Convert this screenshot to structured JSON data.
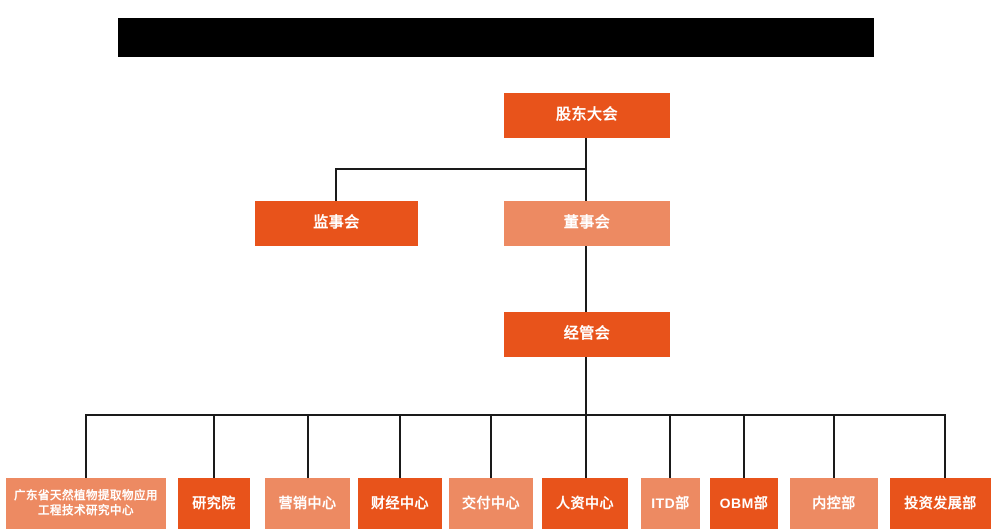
{
  "chart_title_bar": {
    "name": "redacted-title-bar",
    "text": "",
    "color": "#000000"
  },
  "colors": {
    "deep_orange": "#E8531B",
    "light_orange": "#ED8A62",
    "connector": "#1a1a1a",
    "text": "#FFFFFF",
    "background": "#FFFFFF"
  },
  "nodes": {
    "shareholders_meeting": {
      "label": "股东大会",
      "shade": "deep"
    },
    "board_of_supervisors": {
      "label": "监事会",
      "shade": "deep"
    },
    "board_of_directors": {
      "label": "董事会",
      "shade": "light"
    },
    "management_committee": {
      "label": "经管会",
      "shade": "deep"
    }
  },
  "departments": [
    {
      "label": "广东省天然植物提取物应用工程技术研究中心",
      "shade": "light",
      "wrap": true
    },
    {
      "label": "研究院",
      "shade": "deep",
      "wrap": false
    },
    {
      "label": "营销中心",
      "shade": "light",
      "wrap": false
    },
    {
      "label": "财经中心",
      "shade": "deep",
      "wrap": false
    },
    {
      "label": "交付中心",
      "shade": "light",
      "wrap": false
    },
    {
      "label": "人资中心",
      "shade": "deep",
      "wrap": false
    },
    {
      "label": "ITD部",
      "shade": "light",
      "wrap": false
    },
    {
      "label": "OBM部",
      "shade": "deep",
      "wrap": false
    },
    {
      "label": "内控部",
      "shade": "light",
      "wrap": false
    },
    {
      "label": "投资发展部",
      "shade": "deep",
      "wrap": false
    }
  ]
}
